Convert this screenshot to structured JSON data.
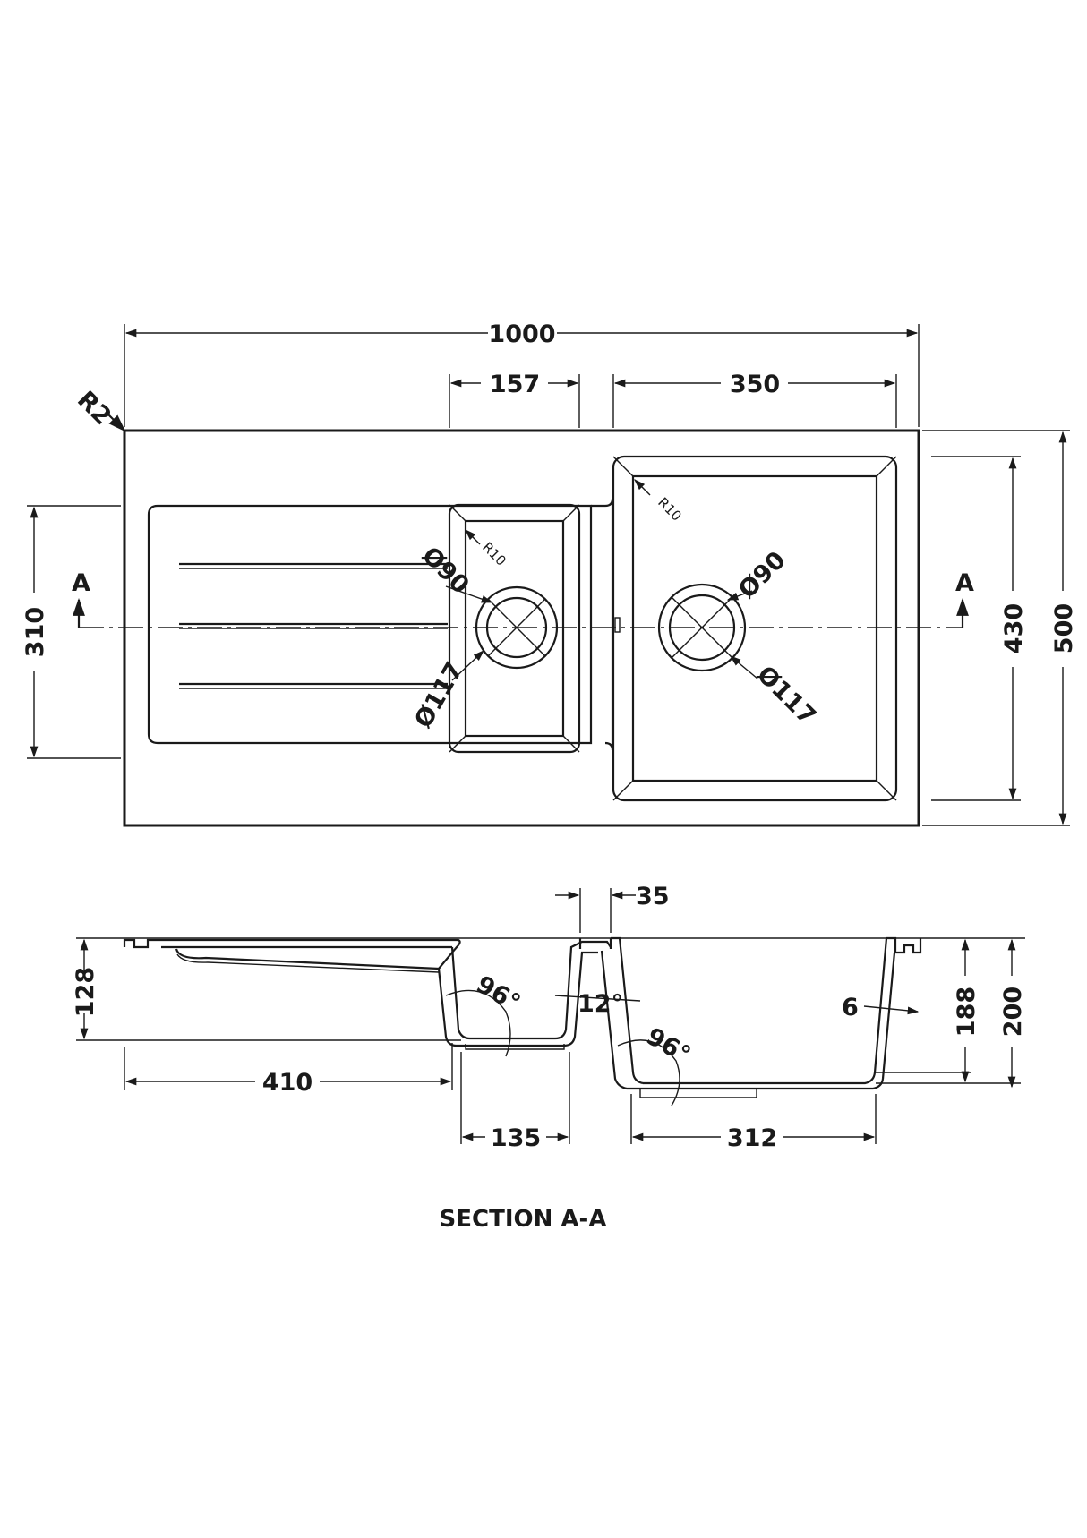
{
  "plan": {
    "overall_width": "1000",
    "drainer_width": "157",
    "main_bowl_width": "350",
    "corner_radius": "R2",
    "drainer_depth": "310",
    "main_bowl_depth": "430",
    "overall_depth": "500",
    "section_mark": "A",
    "bowl_radius": "R10",
    "waste_inner_dia": "Ø90",
    "waste_outer_dia": "Ø117"
  },
  "section": {
    "overflow_gap": "35",
    "drainer_height": "128",
    "drainer_length": "410",
    "small_bowl_angle": "96°",
    "divider_angle": "12°",
    "main_bowl_angle": "96°",
    "wall_thickness": "6",
    "main_bowl_inner_depth": "188",
    "main_bowl_outer_depth": "200",
    "small_bowl_base": "135",
    "main_bowl_base": "312"
  },
  "caption": "SECTION A-A"
}
